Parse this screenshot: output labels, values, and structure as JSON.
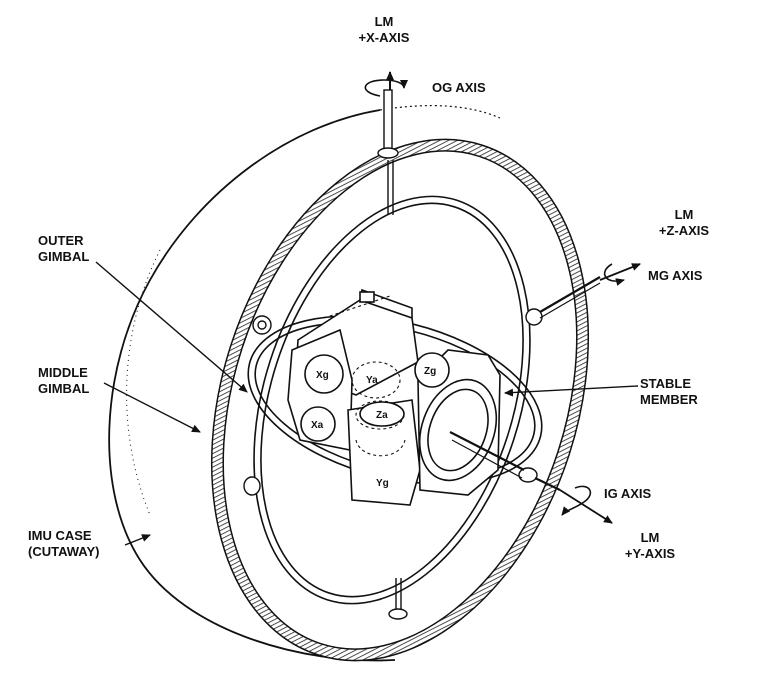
{
  "labels": {
    "lm_x_line1": "LM",
    "lm_x_line2": "+X-AXIS",
    "og_axis": "OG AXIS",
    "lm_z_line1": "LM",
    "lm_z_line2": "+Z-AXIS",
    "mg_axis": "MG AXIS",
    "outer_gimbal_line1": "OUTER",
    "outer_gimbal_line2": "GIMBAL",
    "middle_gimbal_line1": "MIDDLE",
    "middle_gimbal_line2": "GIMBAL",
    "stable_member_line1": "STABLE",
    "stable_member_line2": "MEMBER",
    "ig_axis": "IG AXIS",
    "lm_y_line1": "LM",
    "lm_y_line2": "+Y-AXIS",
    "imu_case_line1": "IMU CASE",
    "imu_case_line2": "(CUTAWAY)"
  },
  "sensors": {
    "xg": "Xg",
    "xa": "Xa",
    "ya": "Ya",
    "za": "Za",
    "zg": "Zg",
    "yg": "Yg"
  }
}
